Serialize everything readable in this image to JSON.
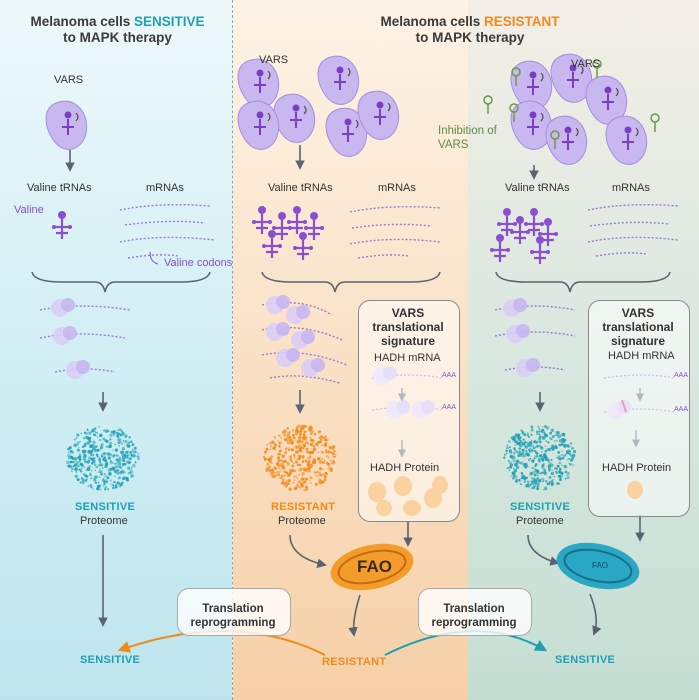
{
  "left": {
    "title_pre": "Melanoma cells ",
    "title_emph": "SENSITIVE",
    "title_post": "to MAPK therapy",
    "vars": "VARS",
    "valine_trnas": "Valine tRNAs",
    "mrnas": "mRNAs",
    "valine": "Valine",
    "valine_codons": "Valine codons",
    "proteome_state": "SENSITIVE",
    "proteome": "Proteome",
    "outcome": "SENSITIVE"
  },
  "middle": {
    "title_pre": "Melanoma cells ",
    "title_emph": "RESISTANT",
    "title_post": "to MAPK therapy",
    "vars": "VARS",
    "valine_trnas": "Valine tRNAs",
    "mrnas": "mRNAs",
    "proteome_state": "RESISTANT",
    "proteome": "Proteome",
    "signature_title": "VARS translational signature",
    "hadh_mrna": "HADH mRNA",
    "hadh_protein": "HADH Protein",
    "poly_a": "AAA",
    "fao": "FAO",
    "outcome": "RESISTANT"
  },
  "right": {
    "vars": "VARS",
    "inhibition": "Inhibition of VARS",
    "valine_trnas": "Valine tRNAs",
    "mrnas": "mRNAs",
    "proteome_state": "SENSITIVE",
    "proteome": "Proteome",
    "signature_title": "VARS translational signature",
    "hadh_mrna": "HADH mRNA",
    "hadh_protein": "HADH Protein",
    "poly_a": "AAA",
    "fao": "FAO",
    "outcome": "SENSITIVE"
  },
  "reprogramming": {
    "left": "Translation reprogramming",
    "right": "Translation reprogramming"
  },
  "colors": {
    "teal": "#1ea0b3",
    "orange": "#f08a1c",
    "purple": "#8a4fd0",
    "enzyme": "#c9b8f0",
    "inhibitor": "#6a9a4a"
  }
}
